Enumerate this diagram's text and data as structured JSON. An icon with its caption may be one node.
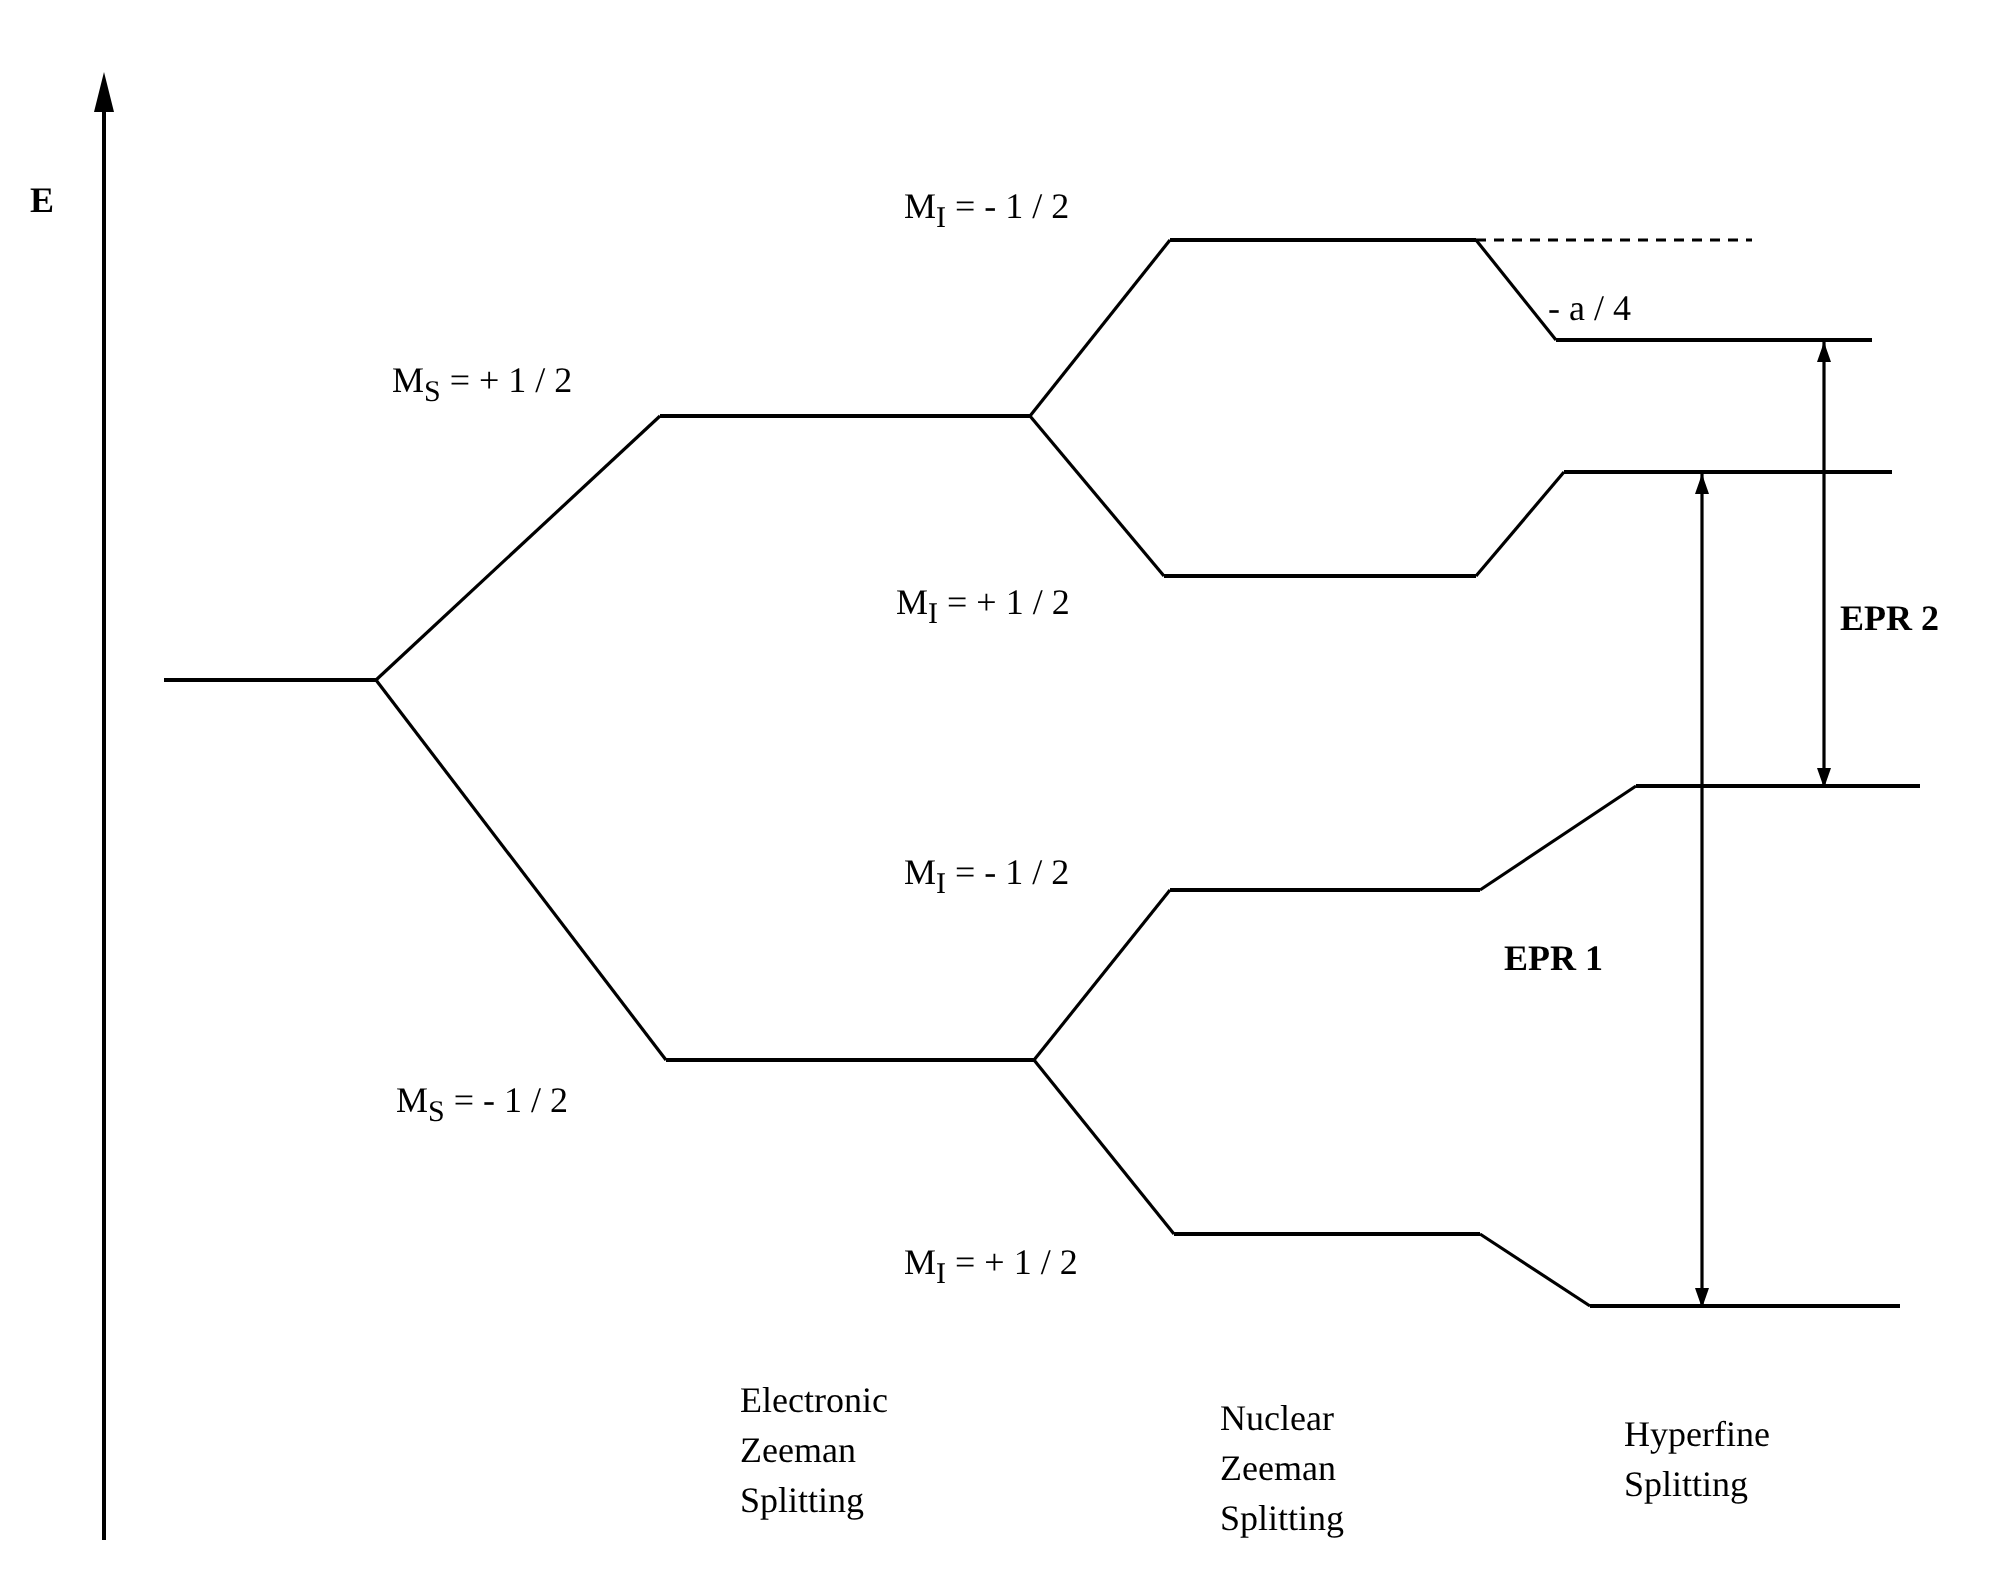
{
  "diagram": {
    "nodes": [
      {
        "text": [],
        "shape": "bar"
      },
      {
        "text": [],
        "shape": "bar",
        "beside": [
          "M$_{S}$ = + 1 / 2"
        ]
      },
      {
        "text": [],
        "shape": "bar",
        "beside": [
          "M$_{S}$ = - 1 / 2"
        ]
      },
      {
        "text": [],
        "shape": "bar",
        "beside": [
          "M$_{I}$ = - 1 / 2"
        ]
      },
      {
        "text": [],
        "shape": "bar",
        "beside": [
          "M$_{I}$ = + 1 / 2"
        ]
      },
      {
        "text": [],
        "shape": "bar",
        "beside": [
          "M$_{I}$ = - 1 / 2"
        ]
      },
      {
        "text": [],
        "shape": "bar",
        "beside": [
          "M$_{I}$ = + 1 / 2"
        ]
      },
      {
        "text": [],
        "shape": "bar"
      },
      {
        "text": [],
        "shape": "bar"
      },
      {
        "text": [],
        "shape": "bar"
      },
      {
        "text": [],
        "shape": "bar"
      }
    ],
    "edges": [
      {
        "from": 0,
        "to": 1,
        "arrow": "none"
      },
      {
        "from": 0,
        "to": 2,
        "arrow": "none"
      },
      {
        "from": 1,
        "to": 3,
        "arrow": "none"
      },
      {
        "from": 1,
        "to": 4,
        "arrow": "none"
      },
      {
        "from": 2,
        "to": 5,
        "arrow": "none"
      },
      {
        "from": 2,
        "to": 6,
        "arrow": "none"
      },
      {
        "from": 3,
        "to": 7,
        "arrow": "none"
      },
      {
        "from": 4,
        "to": 8,
        "arrow": "none"
      },
      {
        "from": 5,
        "to": 9,
        "arrow": "none"
      },
      {
        "from": 6,
        "to": 10,
        "arrow": "none"
      },
      {
        "from": 10,
        "to": 8,
        "arrow": "both",
        "label": "EPR 1"
      },
      {
        "from": 9,
        "to": 7,
        "arrow": "both",
        "label": "EPR 2"
      }
    ],
    "labels": [
      "E",
      "- a / 4",
      "Electronic Zeeman Splitting",
      "Nuclear Zeeman Splitting",
      "Hyperfine Splitting"
    ]
  }
}
